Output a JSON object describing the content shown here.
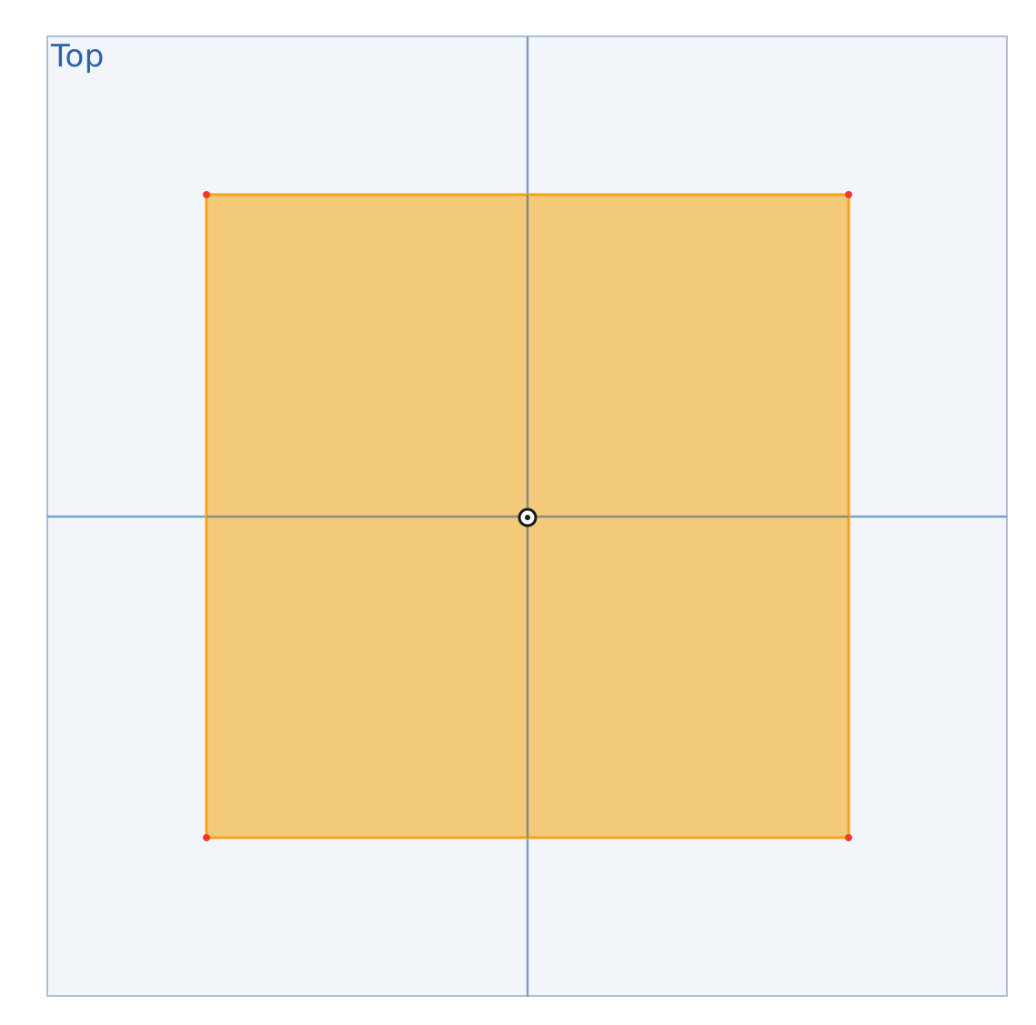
{
  "viewport": {
    "view_label": "Top"
  },
  "sketch": {
    "shape": "rectangle",
    "selected": true,
    "vertex_count": 4
  },
  "colors": {
    "plane_background": "#f2f6fa",
    "plane_border": "#a9c0da",
    "axis_line": "#7c9ec9",
    "label": "#2f5fad",
    "rect_fill": "#f2ca7a",
    "rect_stroke": "#f6a21a",
    "vertex": "#ef3b2f",
    "origin_marker": "#1a1a1a"
  },
  "icons": {
    "origin": "origin-target-icon",
    "vertex": "vertex-point-icon"
  }
}
